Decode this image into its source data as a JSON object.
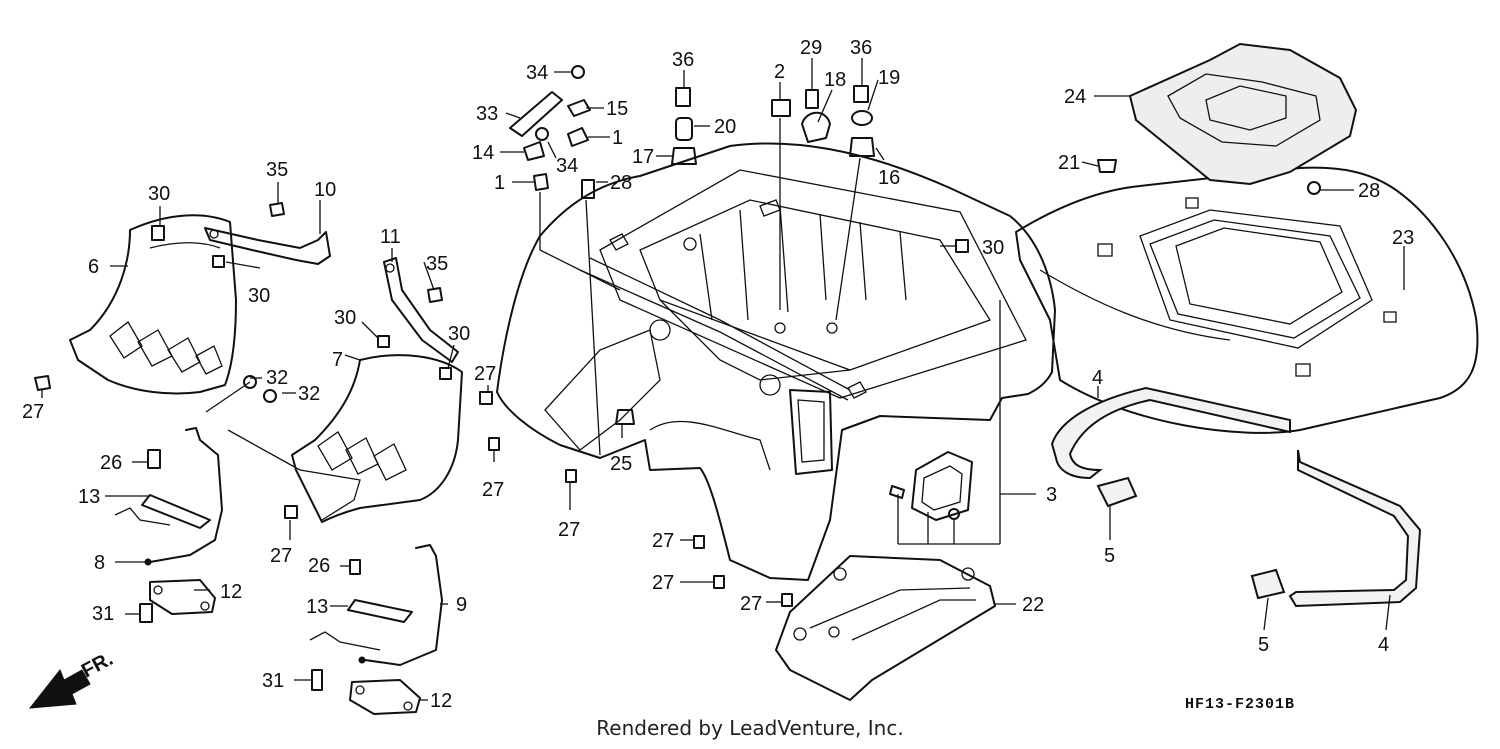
{
  "diagram": {
    "code": "HF13-F2301B",
    "credit": "Rendered by LeadVenture, Inc.",
    "direction_label": "FR.",
    "callouts": {
      "c_30a": "30",
      "c_6": "6",
      "c_27a": "27",
      "c_35a": "35",
      "c_10": "10",
      "c_30b": "30",
      "c_11": "11",
      "c_35b": "35",
      "c_30c": "30",
      "c_30d": "30",
      "c_7": "7",
      "c_32a": "32",
      "c_32b": "32",
      "c_27b": "27",
      "c_26a": "26",
      "c_13a": "13",
      "c_8": "8",
      "c_12a": "12",
      "c_31a": "31",
      "c_26b": "26",
      "c_13b": "13",
      "c_9": "9",
      "c_31b": "31",
      "c_12b": "12",
      "c_34a": "34",
      "c_33": "33",
      "c_15": "15",
      "c_1a": "1",
      "c_14": "14",
      "c_34b": "34",
      "c_1b": "1",
      "c_28a": "28",
      "c_36a": "36",
      "c_20": "20",
      "c_17": "17",
      "c_2": "2",
      "c_29": "29",
      "c_18": "18",
      "c_36b": "36",
      "c_19": "19",
      "c_16": "16",
      "c_30e": "30",
      "c_27c": "27",
      "c_27d": "27",
      "c_27e": "27",
      "c_25": "25",
      "c_27f": "27",
      "c_27g": "27",
      "c_27h": "27",
      "c_3": "3",
      "c_22": "22",
      "c_24": "24",
      "c_21": "21",
      "c_28b": "28",
      "c_23": "23",
      "c_4a": "4",
      "c_5a": "5",
      "c_5b": "5",
      "c_4b": "4"
    }
  }
}
